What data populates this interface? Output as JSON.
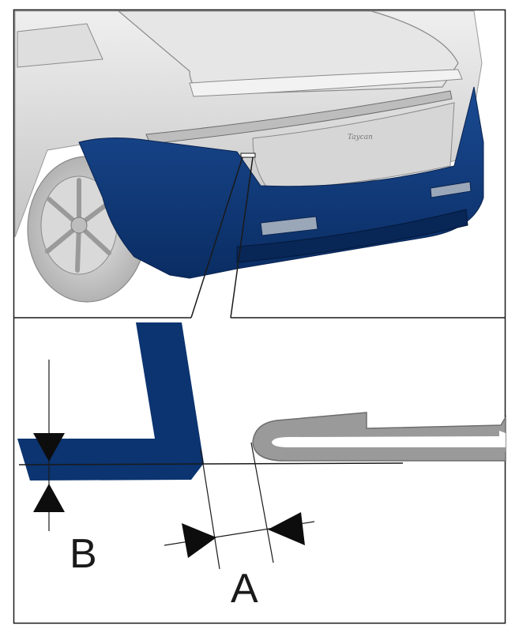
{
  "figure": {
    "labels": {
      "gap_a": "A",
      "gap_b": "B",
      "badge_script": "Taycan"
    },
    "colors": {
      "bumper": "#0b3470",
      "body": "#d2d2d2",
      "trim": "#9a9a9a",
      "outline": "#1a1a1a",
      "background": "#ffffff"
    }
  }
}
